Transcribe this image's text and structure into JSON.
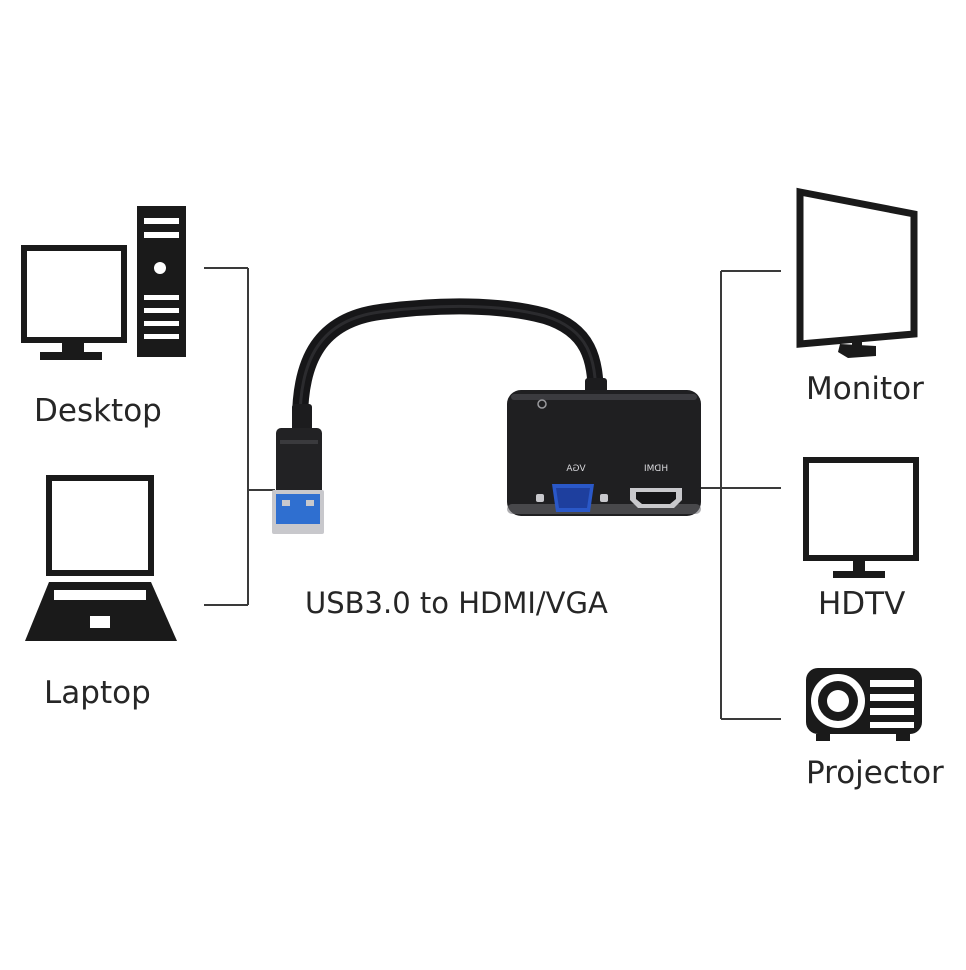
{
  "sources": {
    "desktop_label": "Desktop",
    "laptop_label": "Laptop"
  },
  "outputs": {
    "monitor_label": "Monitor",
    "hdtv_label": "HDTV",
    "projector_label": "Projector"
  },
  "adapter": {
    "title": "USB3.0 to HDMI/VGA",
    "vga_port_label": "VGA",
    "hdmi_port_label": "HDMI"
  },
  "colors": {
    "icon_stroke": "#1a1a1a",
    "line": "#3a3a3a",
    "adapter_body": "#1f1f21",
    "usb_blue": "#2f6fd0",
    "vga_blue": "#2a58c8"
  }
}
